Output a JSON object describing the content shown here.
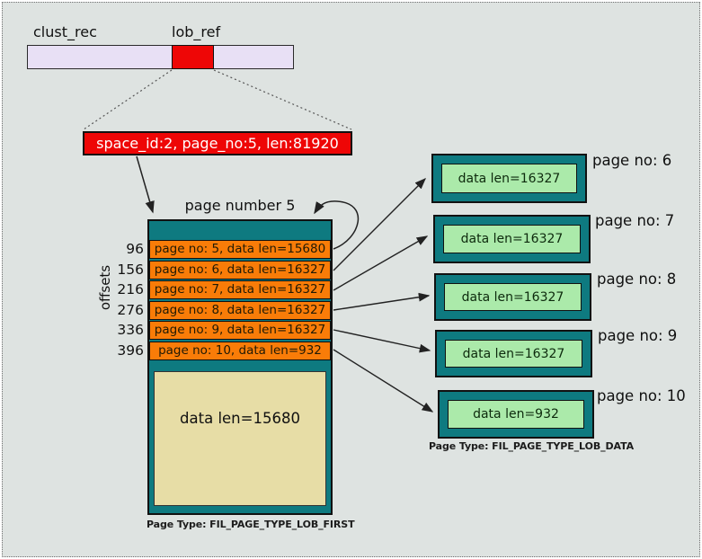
{
  "colors": {
    "background": "#dee3e1",
    "teal": "#0e7a80",
    "orange": "#f97c08",
    "red": "#ee0606",
    "lavender": "#e8e0f5",
    "beige": "#e7dda6",
    "light_green": "#abeaaa"
  },
  "record_bar": {
    "clust_rec_label": "clust_rec",
    "lob_ref_label": "lob_ref"
  },
  "lob_ref_detail": {
    "text": "space_id:2, page_no:5, len:81920"
  },
  "first_page": {
    "title": "page number 5",
    "offsets_axis_label": "offsets",
    "rows": [
      {
        "offset": "96",
        "text": "page no: 5, data len=15680"
      },
      {
        "offset": "156",
        "text": "page no: 6, data len=16327"
      },
      {
        "offset": "216",
        "text": "page no: 7, data len=16327"
      },
      {
        "offset": "276",
        "text": "page no: 8, data len=16327"
      },
      {
        "offset": "336",
        "text": "page no: 9, data len=16327"
      },
      {
        "offset": "396",
        "text": "page no: 10, data len=932"
      }
    ],
    "data_text": "data len=15680",
    "caption": "Page Type: FIL_PAGE_TYPE_LOB_FIRST"
  },
  "data_pages": {
    "pages": [
      {
        "label": "page no: 6",
        "data_text": "data len=16327"
      },
      {
        "label": "page no: 7",
        "data_text": "data len=16327"
      },
      {
        "label": "page no: 8",
        "data_text": "data len=16327"
      },
      {
        "label": "page no: 9",
        "data_text": "data len=16327"
      },
      {
        "label": "page no: 10",
        "data_text": "data len=932"
      }
    ],
    "caption": "Page Type: FIL_PAGE_TYPE_LOB_DATA"
  }
}
